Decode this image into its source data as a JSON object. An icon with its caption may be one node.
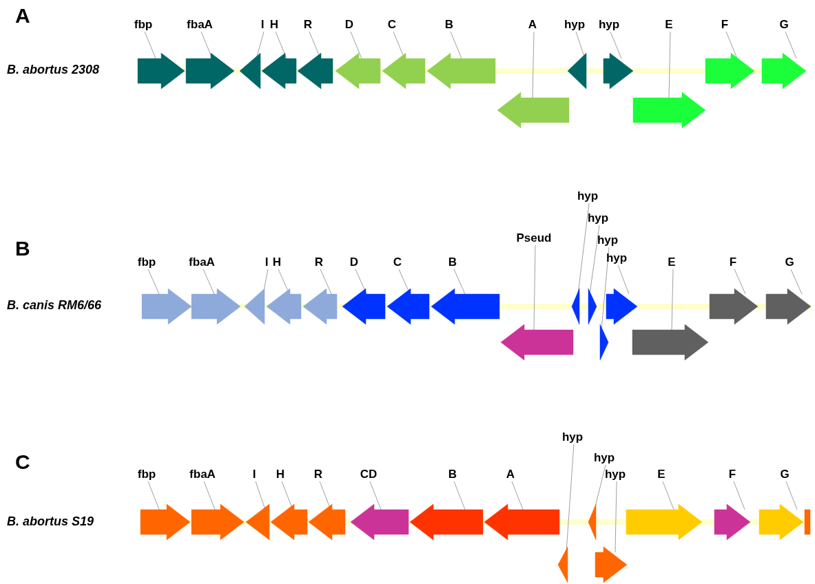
{
  "diagram": {
    "nodes": [
      {
        "text": [
          "fbp"
        ]
      },
      {
        "text": [],
        "shape": "arrow"
      },
      {
        "text": [
          "fbaA"
        ]
      },
      {
        "text": [],
        "shape": "arrow"
      },
      {
        "text": [
          "I"
        ]
      },
      {
        "text": [],
        "shape": "arrow"
      },
      {
        "text": [
          "H"
        ]
      },
      {
        "text": [],
        "shape": "arrow"
      },
      {
        "text": [
          "R"
        ]
      },
      {
        "text": [],
        "shape": "arrow"
      },
      {
        "text": [
          "D"
        ]
      },
      {
        "text": [],
        "shape": "arrow"
      },
      {
        "text": [
          "C"
        ]
      },
      {
        "text": [],
        "shape": "arrow"
      },
      {
        "text": [
          "B"
        ]
      },
      {
        "text": [],
        "shape": "arrow"
      },
      {
        "text": [
          "A"
        ]
      },
      {
        "text": [],
        "shape": "arrow"
      },
      {
        "text": [
          "hyp"
        ]
      },
      {
        "text": [],
        "shape": "arrow"
      },
      {
        "text": [
          "hyp"
        ]
      },
      {
        "text": [],
        "shape": "arrow"
      },
      {
        "text": [
          "E"
        ]
      },
      {
        "text": [],
        "shape": "arrow"
      },
      {
        "text": [
          "F"
        ]
      },
      {
        "text": [],
        "shape": "arrow"
      },
      {
        "text": [
          "G"
        ]
      },
      {
        "text": [],
        "shape": "arrow"
      },
      {
        "text": [
          "fbp"
        ]
      },
      {
        "text": [],
        "shape": "arrow"
      },
      {
        "text": [
          "fbaA"
        ]
      },
      {
        "text": [],
        "shape": "arrow"
      },
      {
        "text": [
          "I"
        ]
      },
      {
        "text": [],
        "shape": "arrow"
      },
      {
        "text": [
          "H"
        ]
      },
      {
        "text": [],
        "shape": "arrow"
      },
      {
        "text": [
          "R"
        ]
      },
      {
        "text": [],
        "shape": "arrow"
      },
      {
        "text": [
          "D"
        ]
      },
      {
        "text": [],
        "shape": "arrow"
      },
      {
        "text": [
          "C"
        ]
      },
      {
        "text": [],
        "shape": "arrow"
      },
      {
        "text": [
          "B"
        ]
      },
      {
        "text": [],
        "shape": "arrow"
      },
      {
        "text": [
          "Pseud"
        ]
      },
      {
        "text": [],
        "shape": "arrow"
      },
      {
        "text": [
          "hyp"
        ]
      },
      {
        "text": [],
        "shape": "arrow"
      },
      {
        "text": [
          "hyp"
        ]
      },
      {
        "text": [],
        "shape": "arrow"
      },
      {
        "text": [
          "hyp"
        ]
      },
      {
        "text": [],
        "shape": "arrow"
      },
      {
        "text": [
          "hyp"
        ]
      },
      {
        "text": [],
        "shape": "arrow"
      },
      {
        "text": [
          "E"
        ]
      },
      {
        "text": [],
        "shape": "arrow"
      },
      {
        "text": [
          "F"
        ]
      },
      {
        "text": [],
        "shape": "arrow"
      },
      {
        "text": [
          "G"
        ]
      },
      {
        "text": [],
        "shape": "arrow"
      },
      {
        "text": [
          "fbp"
        ]
      },
      {
        "text": [],
        "shape": "arrow"
      },
      {
        "text": [
          "fbaA"
        ]
      },
      {
        "text": [],
        "shape": "arrow"
      },
      {
        "text": [
          "I"
        ]
      },
      {
        "text": [],
        "shape": "arrow"
      },
      {
        "text": [
          "H"
        ]
      },
      {
        "text": [],
        "shape": "arrow"
      },
      {
        "text": [
          "R"
        ]
      },
      {
        "text": [],
        "shape": "arrow"
      },
      {
        "text": [
          "CD"
        ]
      },
      {
        "text": [],
        "shape": "arrow"
      },
      {
        "text": [
          "B"
        ]
      },
      {
        "text": [],
        "shape": "arrow"
      },
      {
        "text": [
          "A"
        ]
      },
      {
        "text": [],
        "shape": "arrow"
      },
      {
        "text": [
          "hyp"
        ]
      },
      {
        "text": [],
        "shape": "arrow"
      },
      {
        "text": [
          "hyp"
        ]
      },
      {
        "text": [],
        "shape": "arrow"
      },
      {
        "text": [
          "hyp"
        ]
      },
      {
        "text": [],
        "shape": "arrow"
      },
      {
        "text": [
          "E"
        ]
      },
      {
        "text": [],
        "shape": "arrow"
      },
      {
        "text": [
          "F"
        ]
      },
      {
        "text": [],
        "shape": "arrow"
      },
      {
        "text": [
          "G"
        ]
      },
      {
        "text": [],
        "shape": "arrow"
      },
      {
        "text": [],
        "shape": "bar"
      }
    ],
    "edges": [
      {
        "from": 0,
        "to": 1,
        "arrow": "none"
      },
      {
        "from": 2,
        "to": 3,
        "arrow": "none"
      },
      {
        "from": 4,
        "to": 5,
        "arrow": "none"
      },
      {
        "from": 6,
        "to": 7,
        "arrow": "none"
      },
      {
        "from": 8,
        "to": 9,
        "arrow": "none"
      },
      {
        "from": 10,
        "to": 11,
        "arrow": "none"
      },
      {
        "from": 12,
        "to": 13,
        "arrow": "none"
      },
      {
        "from": 14,
        "to": 15,
        "arrow": "none"
      },
      {
        "from": 16,
        "to": 17,
        "arrow": "none"
      },
      {
        "from": 18,
        "to": 19,
        "arrow": "none"
      },
      {
        "from": 20,
        "to": 21,
        "arrow": "none"
      },
      {
        "from": 22,
        "to": 23,
        "arrow": "none"
      },
      {
        "from": 24,
        "to": 25,
        "arrow": "none"
      },
      {
        "from": 26,
        "to": 27,
        "arrow": "none"
      },
      {
        "from": 28,
        "to": 29,
        "arrow": "none"
      },
      {
        "from": 30,
        "to": 31,
        "arrow": "none"
      },
      {
        "from": 32,
        "to": 33,
        "arrow": "none"
      },
      {
        "from": 34,
        "to": 35,
        "arrow": "none"
      },
      {
        "from": 36,
        "to": 37,
        "arrow": "none"
      },
      {
        "from": 38,
        "to": 39,
        "arrow": "none"
      },
      {
        "from": 40,
        "to": 41,
        "arrow": "none"
      },
      {
        "from": 42,
        "to": 43,
        "arrow": "none"
      },
      {
        "from": 44,
        "to": 45,
        "arrow": "none"
      },
      {
        "from": 46,
        "to": 47,
        "arrow": "none"
      },
      {
        "from": 48,
        "to": 49,
        "arrow": "none"
      },
      {
        "from": 50,
        "to": 51,
        "arrow": "none"
      },
      {
        "from": 52,
        "to": 53,
        "arrow": "none"
      },
      {
        "from": 54,
        "to": 55,
        "arrow": "none"
      },
      {
        "from": 56,
        "to": 57,
        "arrow": "none"
      },
      {
        "from": 58,
        "to": 59,
        "arrow": "none"
      },
      {
        "from": 60,
        "to": 61,
        "arrow": "none"
      },
      {
        "from": 62,
        "to": 63,
        "arrow": "none"
      },
      {
        "from": 64,
        "to": 65,
        "arrow": "none"
      },
      {
        "from": 66,
        "to": 67,
        "arrow": "none"
      },
      {
        "from": 68,
        "to": 69,
        "arrow": "none"
      },
      {
        "from": 70,
        "to": 71,
        "arrow": "none"
      },
      {
        "from": 72,
        "to": 73,
        "arrow": "none"
      },
      {
        "from": 74,
        "to": 75,
        "arrow": "none"
      },
      {
        "from": 76,
        "to": 77,
        "arrow": "none"
      },
      {
        "from": 78,
        "to": 79,
        "arrow": "none"
      },
      {
        "from": 80,
        "to": 81,
        "arrow": "none"
      },
      {
        "from": 82,
        "to": 83,
        "arrow": "none"
      },
      {
        "from": 84,
        "to": 85,
        "arrow": "none"
      },
      {
        "from": 86,
        "to": 87,
        "arrow": "none"
      }
    ],
    "labels": [
      "A",
      "B. abortus 2308",
      "B",
      "B. canis RM6/66",
      "C",
      "B. abortus S19"
    ]
  }
}
